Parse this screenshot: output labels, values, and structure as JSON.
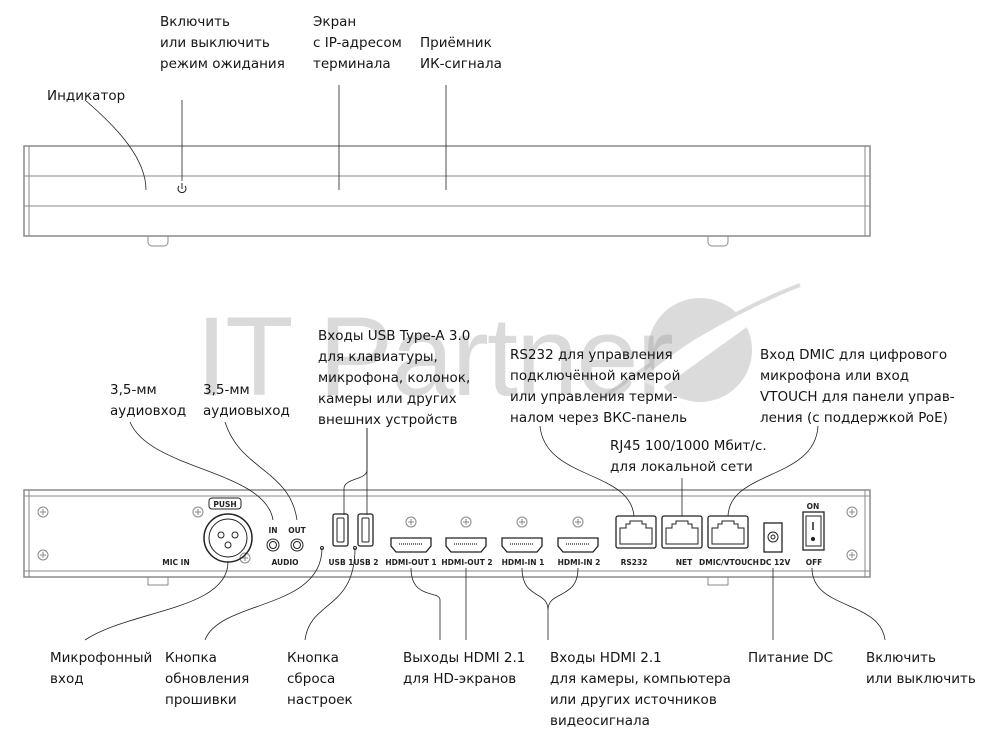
{
  "watermark": {
    "text": "IT Partner"
  },
  "front_panel": {
    "callouts": [
      {
        "id": "indicator",
        "text": "Индикатор"
      },
      {
        "id": "standby",
        "text": "Включить\nили выключить\nрежим ожидания"
      },
      {
        "id": "screen",
        "text": "Экран\nс IP-адресом\nтерминала"
      },
      {
        "id": "ir",
        "text": "Приёмник\nИК-сигнала"
      }
    ]
  },
  "back_panel": {
    "port_labels": {
      "push": "PUSH",
      "mic_in": "MIC IN",
      "in": "IN",
      "out": "OUT",
      "audio": "AUDIO",
      "usb1": "USB 1",
      "usb2": "USB 2",
      "hdmi_out1": "HDMI-OUT 1",
      "hdmi_out2": "HDMI-OUT 2",
      "hdmi_in1": "HDMI-IN 1",
      "hdmi_in2": "HDMI-IN 2",
      "rs232": "RS232",
      "net": "NET",
      "dmic": "DMIC/VTOUCH",
      "dc": "DC 12V",
      "on": "ON",
      "off": "OFF"
    },
    "top_callouts": [
      {
        "id": "audio-in",
        "text": "3,5-мм\nаудиовход"
      },
      {
        "id": "audio-out",
        "text": "3,5-мм\nаудиовыход"
      },
      {
        "id": "usb",
        "text": "Входы USB Type-A 3.0\nдля клавиатуры,\nмикрофона, колонок,\nкамеры или других\nвнешних устройств"
      },
      {
        "id": "rs232",
        "text": "RS232 для управления\nподключённой камерой\nили управления терми-\nналом через ВКС-панель"
      },
      {
        "id": "net",
        "text": "RJ45 100/1000 Мбит/с.\nдля локальной сети"
      },
      {
        "id": "dmic",
        "text": "Вход DMIC для цифрового\nмикрофона или вход\nVTOUCH для панели управ-\nления (с поддержкой PoE)"
      }
    ],
    "bottom_callouts": [
      {
        "id": "mic",
        "text": "Микрофонный\nвход"
      },
      {
        "id": "fw",
        "text": "Кнопка\nобновления\nпрошивки"
      },
      {
        "id": "reset",
        "text": "Кнопка\nсброса\nнастроек"
      },
      {
        "id": "hdmi-out",
        "text": "Выходы HDMI 2.1\nдля HD-экранов"
      },
      {
        "id": "hdmi-in",
        "text": "Входы HDMI 2.1\nдля камеры, компьютера\nили других источников\nвидеосигнала"
      },
      {
        "id": "dc",
        "text": "Питание DC"
      },
      {
        "id": "power",
        "text": "Включить\nили выключить"
      }
    ]
  }
}
